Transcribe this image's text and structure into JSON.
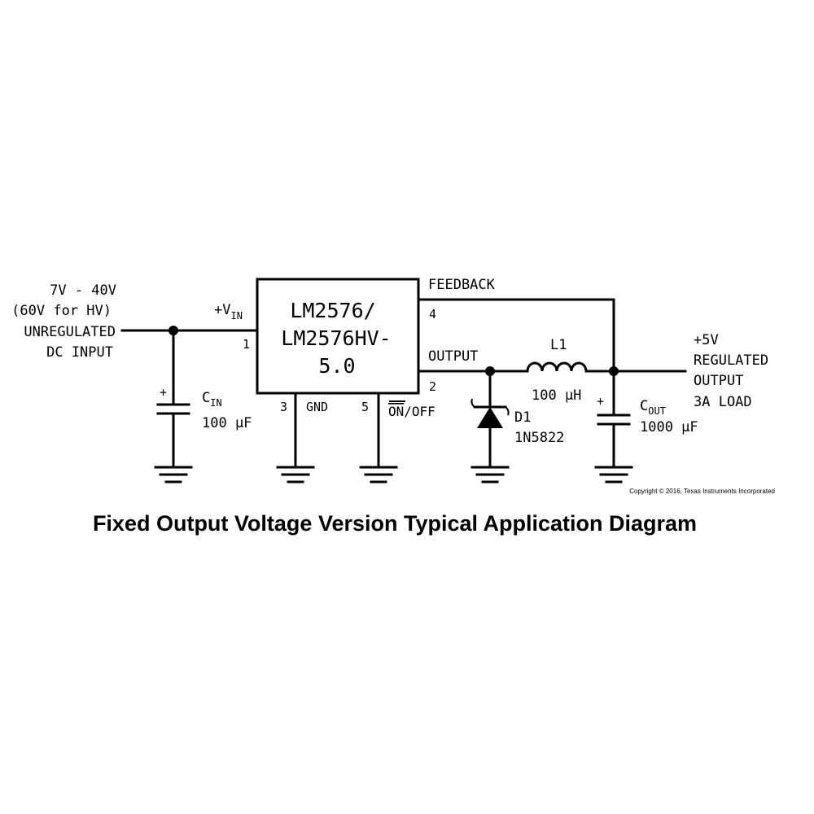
{
  "input": {
    "line1": "7V - 40V",
    "line2": "(60V for HV)",
    "line3": "UNREGULATED",
    "line4": "DC INPUT"
  },
  "ic": {
    "line1": "LM2576/",
    "line2": "LM2576HV-",
    "line3": "5.0",
    "vin_label": "+V",
    "vin_sub": "IN",
    "pin_vin": "1",
    "pin_gnd": "3",
    "gnd_label": "GND",
    "pin_onoff": "5",
    "on_label": "ON",
    "off_label": "/OFF",
    "pin_output": "2",
    "output_label": "OUTPUT",
    "pin_feedback": "4",
    "feedback_label": "FEEDBACK"
  },
  "cin": {
    "name": "C",
    "sub": "IN",
    "value": "100 μF",
    "polarity": "+"
  },
  "l1": {
    "name": "L1",
    "value": "100 μH"
  },
  "d1": {
    "name": "D1",
    "part": "1N5822"
  },
  "cout": {
    "name": "C",
    "sub": "OUT",
    "value": "1000 μF",
    "polarity": "+"
  },
  "output": {
    "line1": "+5V",
    "line2": "REGULATED",
    "line3": "OUTPUT",
    "line4": "3A LOAD"
  },
  "copyright": "Copyright © 2016, Texas Instruments Incorporated",
  "caption": "Fixed Output Voltage Version Typical Application Diagram"
}
